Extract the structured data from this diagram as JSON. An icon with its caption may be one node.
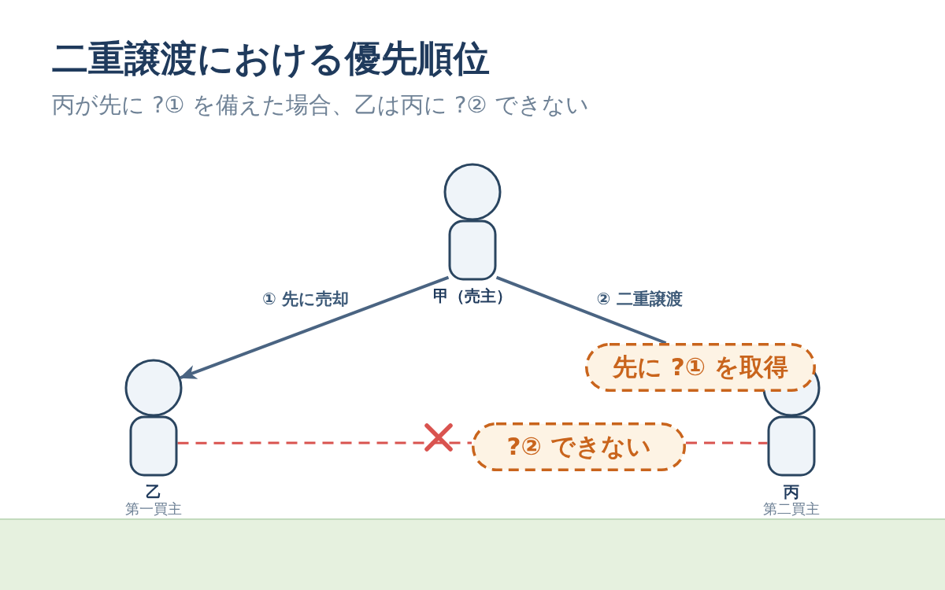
{
  "diagram": {
    "title": "二重譲渡における優先順位",
    "nodes": [
      {
        "text": [],
        "shape": "person",
        "beside": [
          "甲（売主）"
        ]
      },
      {
        "text": [],
        "shape": "person",
        "beside": [
          "乙",
          "第一買主"
        ]
      },
      {
        "text": [],
        "shape": "person",
        "beside": [
          "丙",
          "第二買主"
        ]
      },
      {
        "text": [
          "先に ?① を取得"
        ]
      },
      {
        "text": [
          "?② できない"
        ]
      }
    ],
    "edges": [
      {
        "from": 0,
        "to": 1,
        "arrow": "to",
        "label": "① 先に売却"
      },
      {
        "from": 0,
        "to": 3,
        "arrow": "none",
        "label": "② 二重譲渡"
      },
      {
        "from": 1,
        "to": 4,
        "arrow": "none",
        "style": "dashed",
        "color": "#d9534f"
      },
      {
        "from": 4,
        "to": 2,
        "arrow": "none",
        "style": "dashed",
        "color": "#d9534f"
      }
    ],
    "labels": [
      "丙が先に ?① を備えた場合、乙は丙に ?② できない"
    ]
  }
}
